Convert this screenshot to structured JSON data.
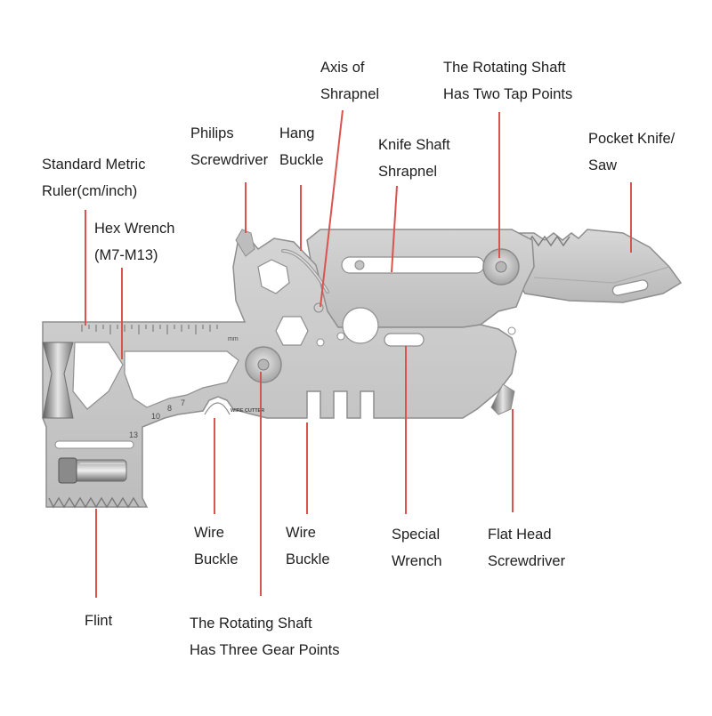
{
  "labels": {
    "ruler": {
      "line1": "Standard Metric",
      "line2": "Ruler(cm/inch)"
    },
    "hex": {
      "line1": "Hex Wrench",
      "line2": "(M7-M13)"
    },
    "philips": {
      "line1": "Philips",
      "line2": "Screwdriver"
    },
    "hang": {
      "line1": "Hang",
      "line2": "Buckle"
    },
    "axis": {
      "line1": "Axis of",
      "line2": "Shrapnel"
    },
    "knifeshaft": {
      "line1": "Knife Shaft",
      "line2": "Shrapnel"
    },
    "tapshaft": {
      "line1": "The Rotating  Shaft",
      "line2": "Has Two Tap Points"
    },
    "pocket": {
      "line1": "Pocket Knife/",
      "line2": "Saw"
    },
    "wire1": {
      "line1": "Wire",
      "line2": "Buckle"
    },
    "wire2": {
      "line1": "Wire",
      "line2": "Buckle"
    },
    "special": {
      "line1": "Special",
      "line2": "Wrench"
    },
    "flathead": {
      "line1": "Flat Head",
      "line2": "Screwdriver"
    },
    "flint": {
      "line1": "Flint"
    },
    "gearshaft": {
      "line1": "The Rotating Shaft",
      "line2": "Has Three Gear Points"
    }
  },
  "tool_marks": {
    "ruler_unit": "mm",
    "hex_sizes": [
      "13",
      "10",
      "8",
      "7"
    ],
    "wire_cutter": "WIRE CUTTER"
  },
  "colors": {
    "leader_line": "#d9544f",
    "metal": "#c9c9c9",
    "metal_edge": "#8e8e8e",
    "text": "#1e1e1e"
  }
}
